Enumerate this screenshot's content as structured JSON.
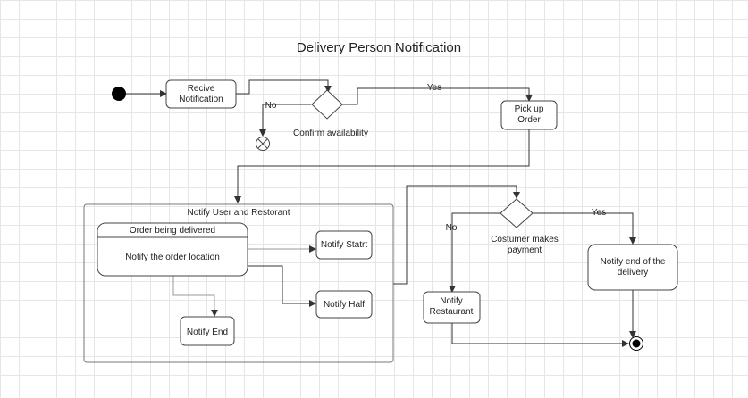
{
  "diagram": {
    "title": "Delivery Person Notification",
    "nodes": {
      "receive": [
        "Recive",
        "Notification"
      ],
      "confirm": "Confirm availability",
      "pickup": [
        "Pick up",
        "Order"
      ],
      "group": "Notify User and Restorant",
      "order_state_title": "Order being delivered",
      "order_state_body": "Notify the order location",
      "notify_start": "Notify Statrt",
      "notify_half": "Notify Half",
      "notify_end": "Notify End",
      "payment": [
        "Costumer makes",
        "payment"
      ],
      "notify_restaurant": [
        "Notify",
        "Restaurant"
      ],
      "notify_end_delivery": [
        "Notify end of the",
        "delivery"
      ]
    },
    "edge_labels": {
      "confirm_no": "No",
      "confirm_yes": "Yes",
      "payment_no": "No",
      "payment_yes": "Yes"
    },
    "colors": {
      "stroke": "#444444",
      "grid": "#e6e6e6",
      "fill": "#ffffff",
      "terminal": "#000000"
    }
  }
}
